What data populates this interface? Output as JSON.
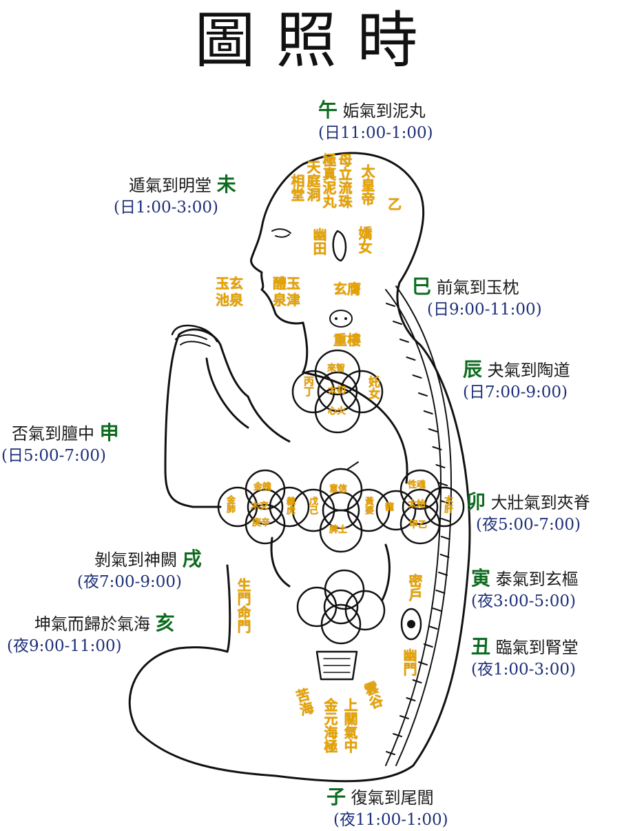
{
  "title": "圖照時",
  "annotations": {
    "wu": {
      "branch": "午",
      "text": "姤氣到泥丸",
      "time": "(日11:00-1:00)"
    },
    "wei": {
      "branch": "未",
      "text": "遁氣到明堂",
      "time": "(日1:00-3:00)"
    },
    "si": {
      "branch": "巳",
      "text": "前氣到玉枕",
      "time": "(日9:00-11:00)"
    },
    "chen": {
      "branch": "辰",
      "text": "夬氣到陶道",
      "time": "(日7:00-9:00)"
    },
    "shen": {
      "branch": "申",
      "text": "否氣到膻中",
      "time": "(日5:00-7:00)"
    },
    "mao": {
      "branch": "卯",
      "text": "大壯氣到夾脊",
      "time": "(夜5:00-7:00)"
    },
    "xu": {
      "branch": "戌",
      "text": "剝氣到神闕",
      "time": "(夜7:00-9:00)"
    },
    "yin": {
      "branch": "寅",
      "text": "泰氣到玄樞",
      "time": "(夜3:00-5:00)"
    },
    "hai": {
      "branch": "亥",
      "text": "坤氣而歸於氣海",
      "time": "(夜9:00-11:00)"
    },
    "chou": {
      "branch": "丑",
      "text": "臨氣到腎堂",
      "time": "(夜1:00-3:00)"
    },
    "zi": {
      "branch": "子",
      "text": "復氣到尾閭",
      "time": "(夜11:00-1:00)"
    }
  },
  "labels": {
    "xiangtang": "相堂",
    "tianting": "天庭洞",
    "jizhen": "極真泥丸",
    "muli": "母立流珠",
    "taihuang": "太皇帝",
    "yi": "乙",
    "youtian": "幽田",
    "jiaonu": "嬌女",
    "yuxuan": "玉玄",
    "chiquan": "池泉",
    "liyu": "醴玉",
    "quanjin": "泉津",
    "xuanying": "玄膺",
    "zhonglou": "重樓",
    "heart_top": "來智",
    "heart_mid": "太初",
    "heart_bottom": "心火",
    "bingding": "丙丁",
    "chanu": "奼女",
    "jinpo": "金魄",
    "jinfei": "金肺",
    "mujiao": "木交",
    "gengxin": "庚辛",
    "yihu": "義虎",
    "wuji": "戊己",
    "yixin": "意信",
    "pitu": "脾土",
    "huangpo": "黃婆",
    "long": "龍",
    "xinghun": "性魂",
    "taishi": "太始",
    "mugan": "木肝",
    "jiayi": "甲乙",
    "shengmen": "生門命門",
    "mihu": "密戶",
    "youmen": "幽門",
    "kuhai": "苦海",
    "jinyuan": "金元海極",
    "shangguan": "上關氣中",
    "yungu": "雲谷"
  }
}
